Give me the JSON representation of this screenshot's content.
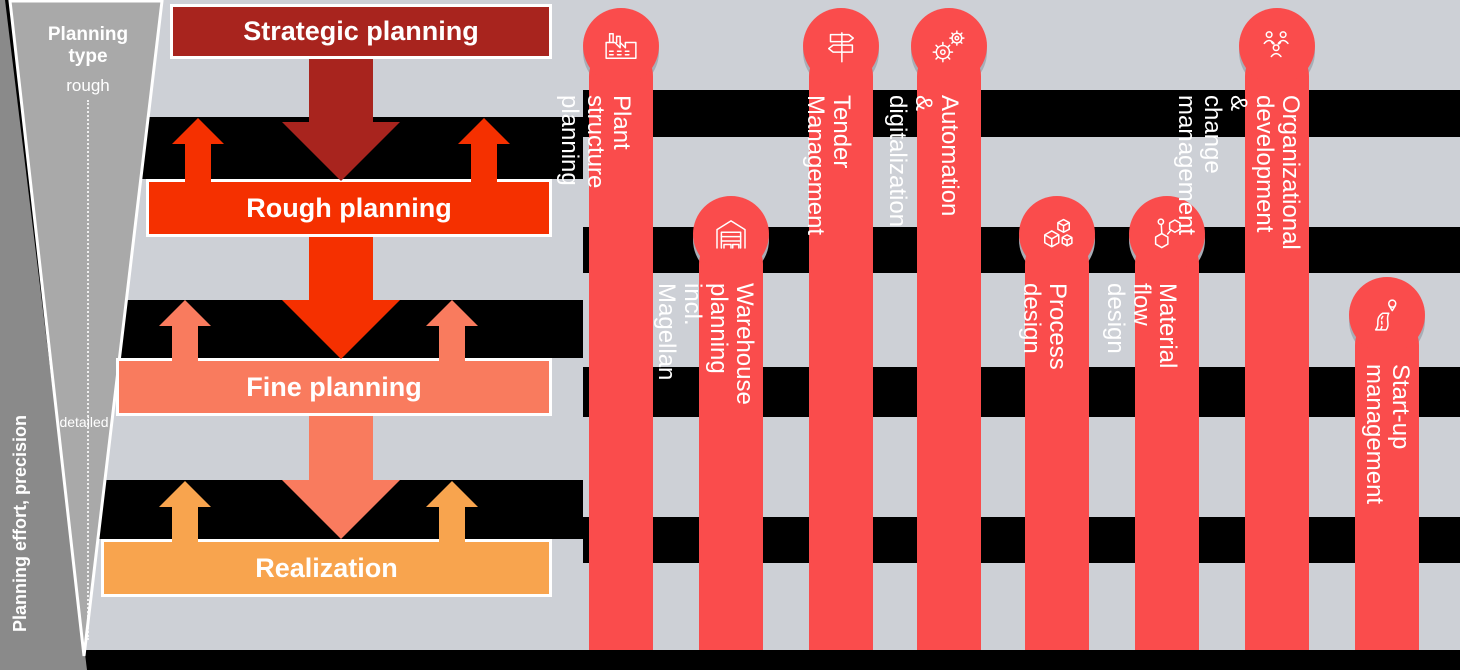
{
  "colors": {
    "stripe_gray": "#CDD0D6",
    "funnel_gray": "#A9A9A9",
    "wedge_gray": "#8A8A8A",
    "strategic_red": "#A8241E",
    "rough_red": "#F53000",
    "fine_salmon": "#F97B5E",
    "realization_orange": "#F8A44E",
    "pill_red": "#FA4C4C",
    "crescent_gray": "#A7ADB6"
  },
  "funnel": {
    "title": "Planning\ntype",
    "rough_label": "rough",
    "detailed_label": "detailed",
    "axis_label": "Planning effort, precision"
  },
  "cascade": {
    "levels": [
      {
        "label": "Strategic planning",
        "color": "#A8241E"
      },
      {
        "label": "Rough planning",
        "color": "#F53000"
      },
      {
        "label": "Fine planning",
        "color": "#F97B5E"
      },
      {
        "label": "Realization",
        "color": "#F8A44E"
      }
    ]
  },
  "columns": [
    {
      "label": "Plant structure planning",
      "icon": "factory"
    },
    {
      "label": "Warehouse planning incl.\nMagellan",
      "icon": "warehouse"
    },
    {
      "label": "Tender Management",
      "icon": "signpost"
    },
    {
      "label": "Automation & digitalization",
      "icon": "gears"
    },
    {
      "label": "Process design",
      "icon": "cubes"
    },
    {
      "label": "Material flow design",
      "icon": "molecule"
    },
    {
      "label": "Organizational development &\nchange management",
      "icon": "people-org"
    },
    {
      "label": "Start-up\nmanagement",
      "icon": "road-pin"
    }
  ]
}
